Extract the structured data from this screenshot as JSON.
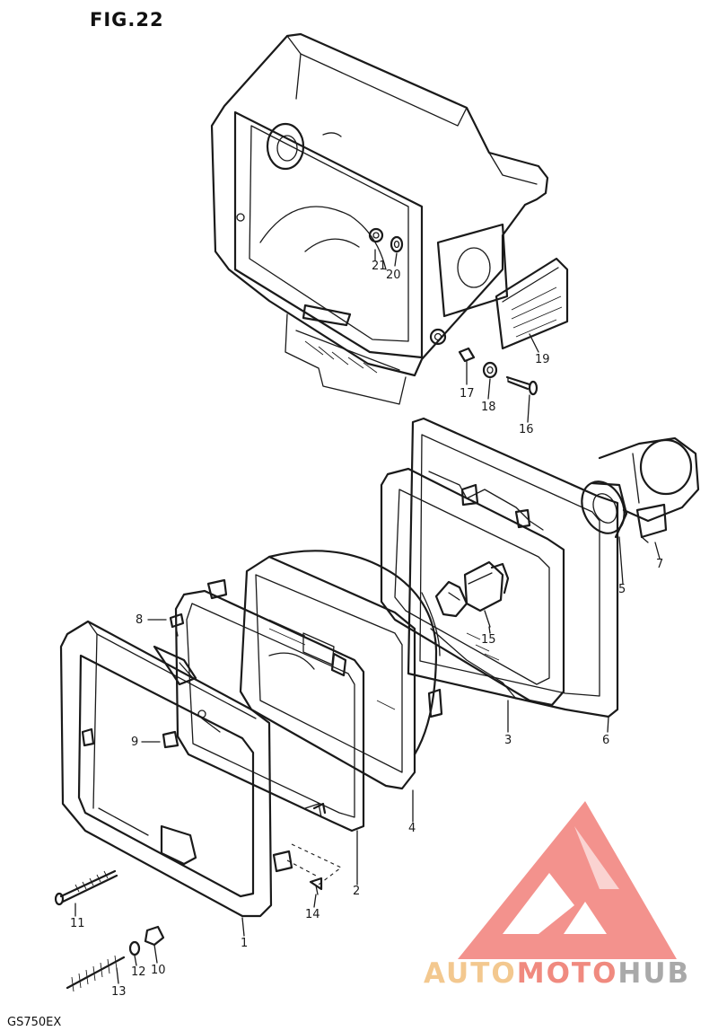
{
  "figure": {
    "title": "FIG.22",
    "model": "GS750EX"
  },
  "parts": [
    {
      "key": "p1",
      "number": "1"
    },
    {
      "key": "p2",
      "number": "2"
    },
    {
      "key": "p3",
      "number": "3"
    },
    {
      "key": "p4",
      "number": "4"
    },
    {
      "key": "p5",
      "number": "5"
    },
    {
      "key": "p6",
      "number": "6"
    },
    {
      "key": "p7",
      "number": "7"
    },
    {
      "key": "p8",
      "number": "8"
    },
    {
      "key": "p9",
      "number": "9"
    },
    {
      "key": "p10",
      "number": "10"
    },
    {
      "key": "p11",
      "number": "11"
    },
    {
      "key": "p12",
      "number": "12"
    },
    {
      "key": "p13",
      "number": "13"
    },
    {
      "key": "p14",
      "number": "14"
    },
    {
      "key": "p15",
      "number": "15"
    },
    {
      "key": "p16",
      "number": "16"
    },
    {
      "key": "p17",
      "number": "17"
    },
    {
      "key": "p18",
      "number": "18"
    },
    {
      "key": "p19",
      "number": "19"
    },
    {
      "key": "p20",
      "number": "20"
    },
    {
      "key": "p21",
      "number": "21"
    }
  ],
  "watermark": {
    "part_a": "AUTO",
    "part_b": "MOTO",
    "part_c": "HUB",
    "colors": {
      "triangle": "#f2807a",
      "auto": "#f3c88f",
      "moto": "#f08a7f",
      "hub": "#a9a9a9"
    }
  }
}
